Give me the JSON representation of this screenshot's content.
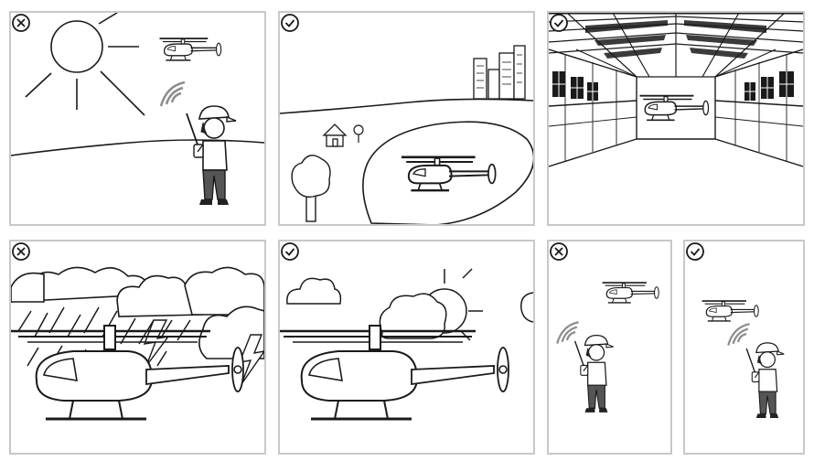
{
  "colors": {
    "line": "#1a1a1a",
    "frame": "#c8c8c8",
    "signal": "#8c8c8c",
    "shirt": "#ffffff",
    "pants": "#555555",
    "hair": "#222222"
  },
  "icons": {
    "bad": "cross-circle-icon",
    "good": "check-circle-icon"
  },
  "panels": [
    {
      "id": "sunny-outdoor",
      "verdict": "bad"
    },
    {
      "id": "open-field-away-from-city",
      "verdict": "good"
    },
    {
      "id": "indoor-hangar",
      "verdict": "good"
    },
    {
      "id": "thunderstorm",
      "verdict": "bad"
    },
    {
      "id": "light-clouds",
      "verdict": "good"
    },
    {
      "id": "helicopter-too-far",
      "verdict": "bad"
    },
    {
      "id": "helicopter-close",
      "verdict": "good"
    }
  ]
}
